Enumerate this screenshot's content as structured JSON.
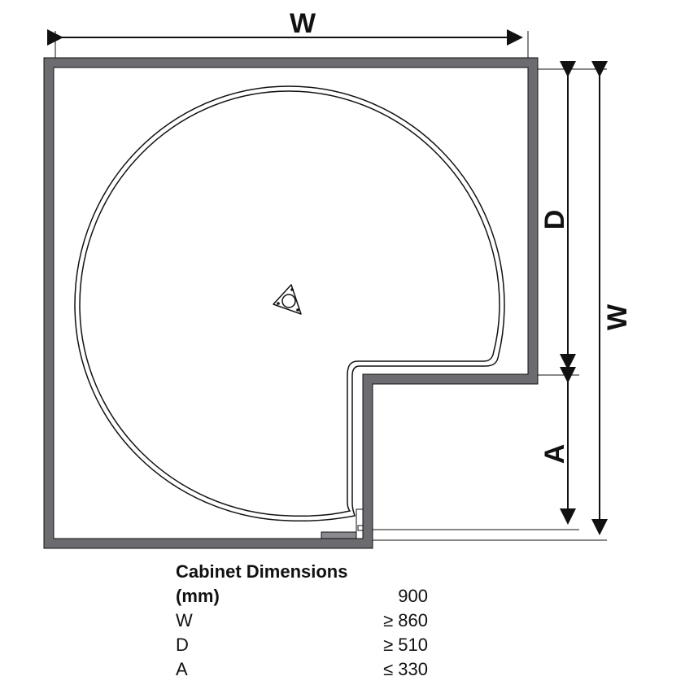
{
  "diagram": {
    "labels": {
      "top_width": "W",
      "depth": "D",
      "right_width": "W",
      "opening": "A"
    },
    "colors": {
      "wall": "#6b6b70",
      "line": "#111111",
      "background": "#ffffff"
    }
  },
  "table": {
    "title": "Cabinet Dimensions",
    "unit_label": "(mm)",
    "unit_value": "900",
    "rows": [
      {
        "label": "W",
        "value": "≥ 860"
      },
      {
        "label": "D",
        "value": "≥ 510"
      },
      {
        "label": "A",
        "value": "≤ 330"
      }
    ]
  }
}
